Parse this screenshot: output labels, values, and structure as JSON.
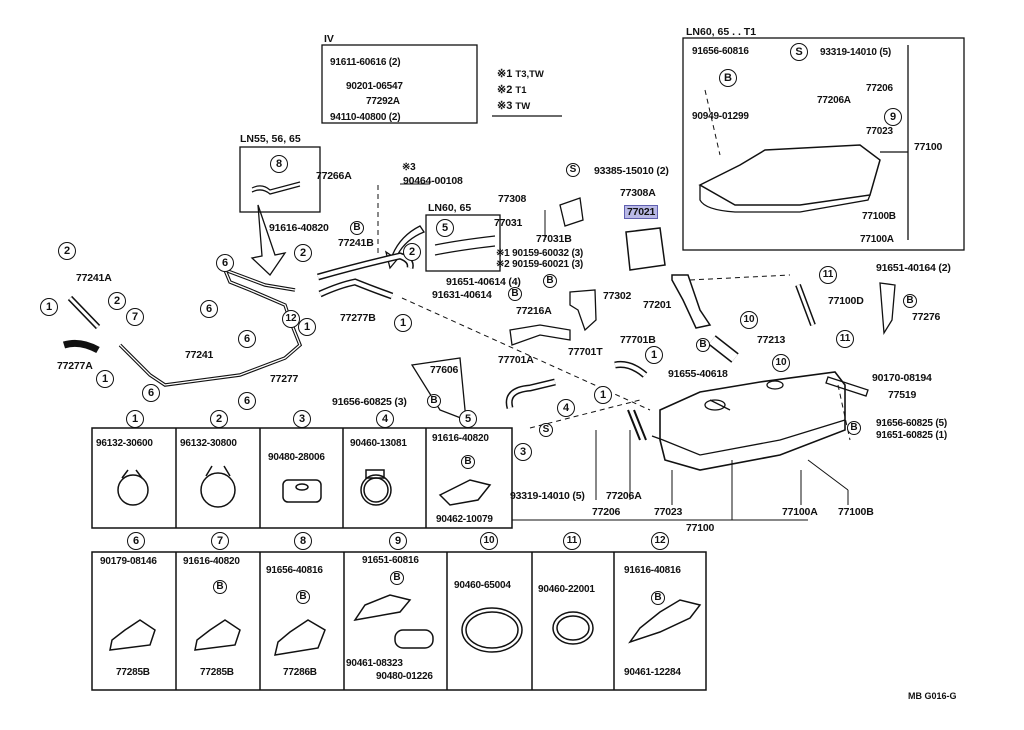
{
  "diagram": {
    "title_code": "MB G016-G",
    "highlighted_part": "77021",
    "highlight_color": "#b9b9e6",
    "inset_iv": {
      "label": "IV",
      "parts": [
        "91611-60616 (2)",
        "90201-06547",
        "77292A",
        "94110-40800 (2)"
      ]
    },
    "notes": [
      {
        "mark": "※1",
        "text": "T3,TW"
      },
      {
        "mark": "※2",
        "text": "T1"
      },
      {
        "mark": "※3",
        "text": "TW"
      }
    ],
    "inset_ln60_t1": {
      "label": "LN60, 65 . . T1",
      "parts": [
        "91656-60816",
        "93319-14010 (5)",
        "77206",
        "77206A",
        "9",
        "90949-01299",
        "77023",
        "77100",
        "77100B",
        "77100A"
      ],
      "symbols": [
        "S",
        "B"
      ]
    },
    "inset_ln55": {
      "label": "LN55, 56, 65",
      "ref": "8"
    },
    "inset_ln60": {
      "label": "LN60, 65",
      "ref": "5"
    },
    "main_labels": {
      "p77266A": "77266A",
      "p90464": "90464-00108",
      "note3": "※3",
      "p91616_40820": "91616-40820",
      "p77241B": "77241B",
      "p77277B": "77277B",
      "p93385": "93385-15010 (2)",
      "p77308": "77308",
      "p77308A": "77308A",
      "p77031": "77031",
      "p77031B": "77031B",
      "p77021": "77021",
      "p90159a": "※1 90159-60032 (3)",
      "p90159b": "※2 90159-60021 (3)",
      "p91651_40614": "91651-40614 (4)",
      "p91631_40614": "91631-40614",
      "p77302": "77302",
      "p77216A": "77216A",
      "p77241A": "77241A",
      "p77277A": "77277A",
      "p77241": "77241",
      "p77277": "77277",
      "p77606": "77606",
      "p91656_60825_3": "91656-60825 (3)",
      "p77701A": "77701A",
      "p77701T": "77701T",
      "p77701B": "77701B",
      "p77201": "77201",
      "p77213": "77213",
      "p91655": "91655-40618",
      "p77100D": "77100D",
      "p91651_40164": "91651-40164 (2)",
      "p77276": "77276",
      "p90170": "90170-08194",
      "p77519": "77519",
      "p91656_60825_5": "91656-60825 (5)",
      "p91651_60825_1": "91651-60825 (1)",
      "p93319": "93319-14010 (5)",
      "p77206A": "77206A",
      "p77206": "77206",
      "p77023": "77023",
      "p77100A": "77100A",
      "p77100B": "77100B",
      "p77100": "77100"
    },
    "callouts": {
      "c1": "1",
      "c2": "2",
      "c3": "3",
      "c4": "4",
      "c5": "5",
      "c6": "6",
      "c7": "7",
      "c8": "8",
      "c9": "9",
      "c10": "10",
      "c11": "11",
      "c12": "12",
      "s": "S",
      "b": "B"
    },
    "detail_row1": [
      {
        "ref": "1",
        "parts": [
          "96132-30600"
        ]
      },
      {
        "ref": "2",
        "parts": [
          "96132-30800"
        ]
      },
      {
        "ref": "3",
        "parts": [
          "90480-28006"
        ]
      },
      {
        "ref": "4",
        "parts": [
          "90460-13081"
        ]
      },
      {
        "ref": "5",
        "parts": [
          "91616-40820",
          "90462-10079"
        ]
      }
    ],
    "detail_row2": [
      {
        "ref": "6",
        "parts": [
          "90179-08146",
          "77285B"
        ]
      },
      {
        "ref": "7",
        "parts": [
          "91616-40820",
          "77285B"
        ]
      },
      {
        "ref": "8",
        "parts": [
          "91656-40816",
          "77286B"
        ]
      },
      {
        "ref": "9",
        "parts": [
          "91651-60816",
          "90461-08323",
          "90480-01226"
        ]
      },
      {
        "ref": "10",
        "parts": [
          "90460-65004"
        ]
      },
      {
        "ref": "11",
        "parts": [
          "90460-22001"
        ]
      },
      {
        "ref": "12",
        "parts": [
          "91616-40816",
          "90461-12284"
        ]
      }
    ]
  }
}
